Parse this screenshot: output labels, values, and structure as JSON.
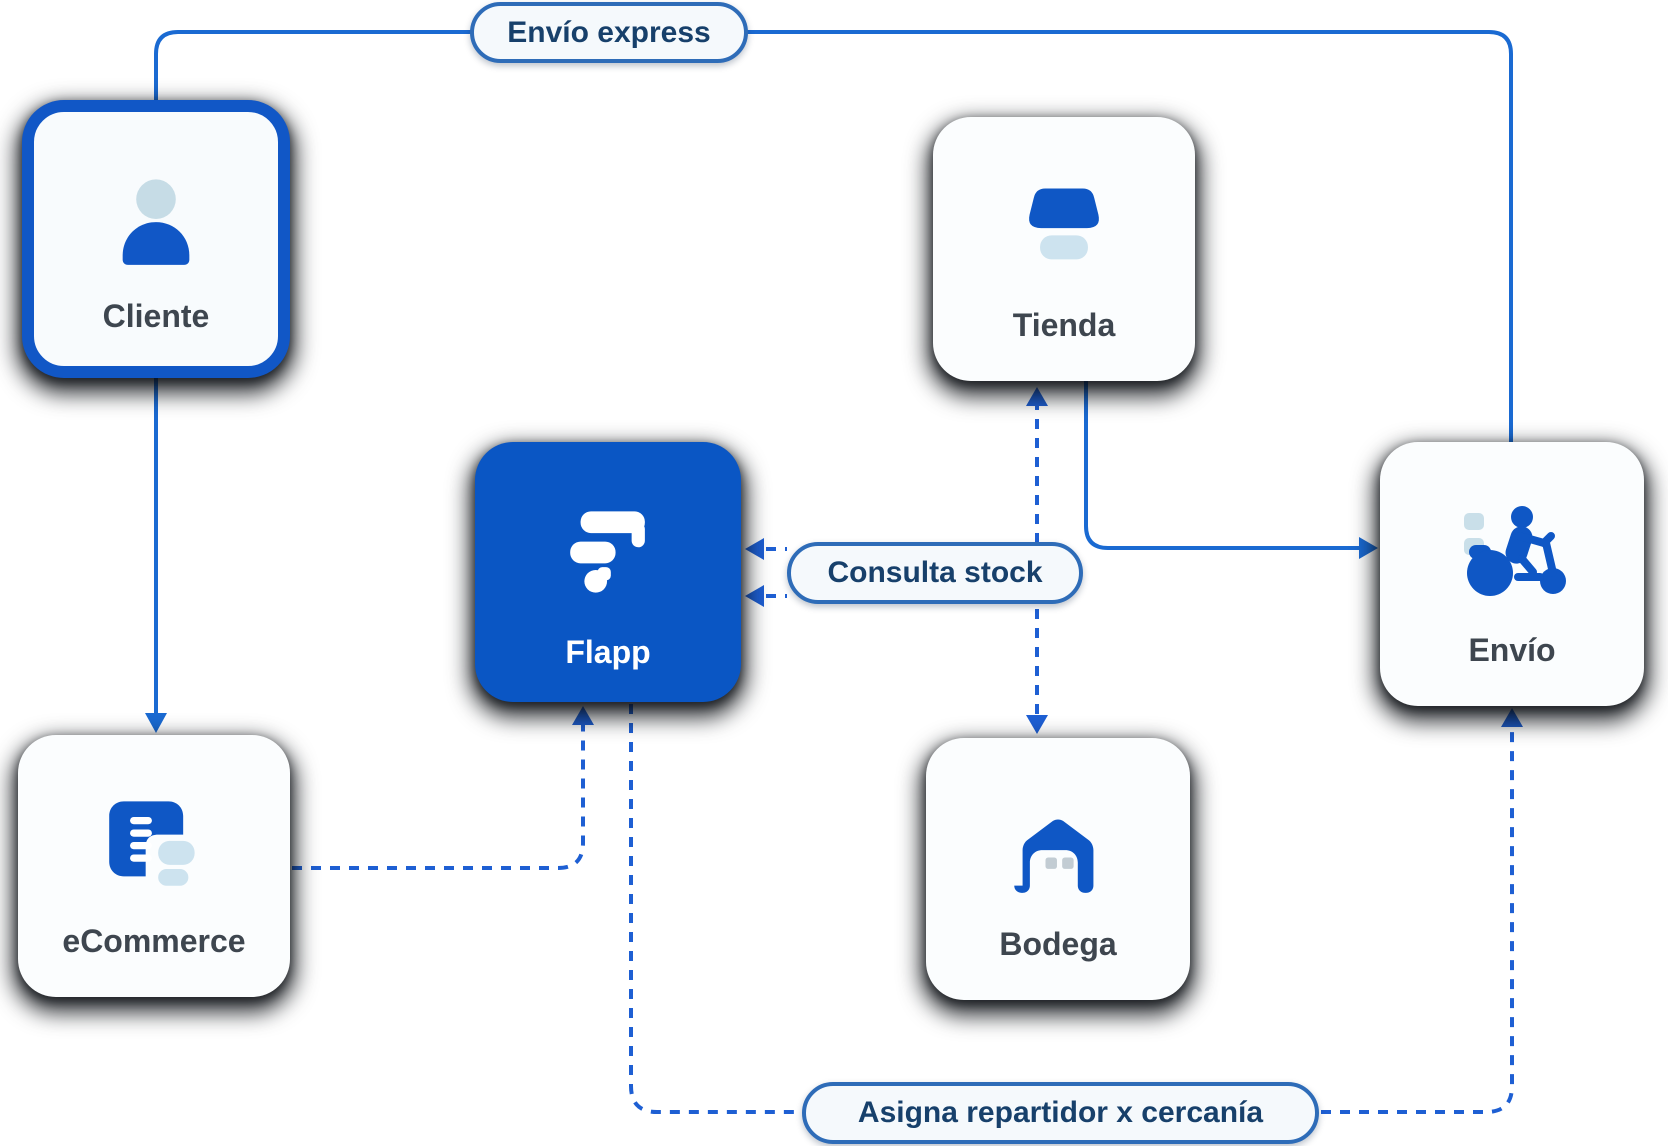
{
  "diagram": {
    "title": "Flapp delivery flow diagram",
    "nodes": [
      {
        "id": "cliente",
        "label": "Cliente"
      },
      {
        "id": "tienda",
        "label": "Tienda"
      },
      {
        "id": "flapp",
        "label": "Flapp"
      },
      {
        "id": "envio",
        "label": "Envío"
      },
      {
        "id": "ecommerce",
        "label": "eCommerce"
      },
      {
        "id": "bodega",
        "label": "Bodega"
      }
    ],
    "edge_labels": [
      {
        "id": "envio-express",
        "text": "Envío express"
      },
      {
        "id": "consulta-stock",
        "text": "Consulta stock"
      },
      {
        "id": "asigna-repartidor",
        "text": "Asigna repartidor x cercanía"
      }
    ],
    "edges": [
      {
        "from": "cliente",
        "to": "envio",
        "style": "solid",
        "label": "Envío express"
      },
      {
        "from": "cliente",
        "to": "ecommerce",
        "style": "solid",
        "label": ""
      },
      {
        "from": "tienda",
        "to": "envio",
        "style": "solid",
        "label": ""
      },
      {
        "from": "consulta-stock",
        "to": "flapp",
        "style": "dashed",
        "label": "Consulta stock"
      },
      {
        "from": "consulta-stock",
        "to": "tienda",
        "style": "dashed",
        "label": ""
      },
      {
        "from": "consulta-stock",
        "to": "bodega",
        "style": "dashed",
        "label": ""
      },
      {
        "from": "ecommerce",
        "to": "flapp",
        "style": "dashed",
        "label": ""
      },
      {
        "from": "flapp",
        "to": "envio",
        "style": "dashed",
        "label": "Asigna repartidor x cercanía"
      }
    ],
    "colors": {
      "solid_line": "#1a6ad2",
      "dashed_line": "#1e5fd3",
      "flapp_fill": "#0a56c4",
      "icon_dark_blue": "#0f57c5",
      "icon_light_blue": "#c9dfe9",
      "cliente_border": "#1157c6",
      "pill_border": "#2e6cb8",
      "pill_background": "#f5f9fc",
      "pill_text": "#17406b",
      "node_label_text": "#3e464f",
      "node_background": "#fbfdfe"
    }
  }
}
